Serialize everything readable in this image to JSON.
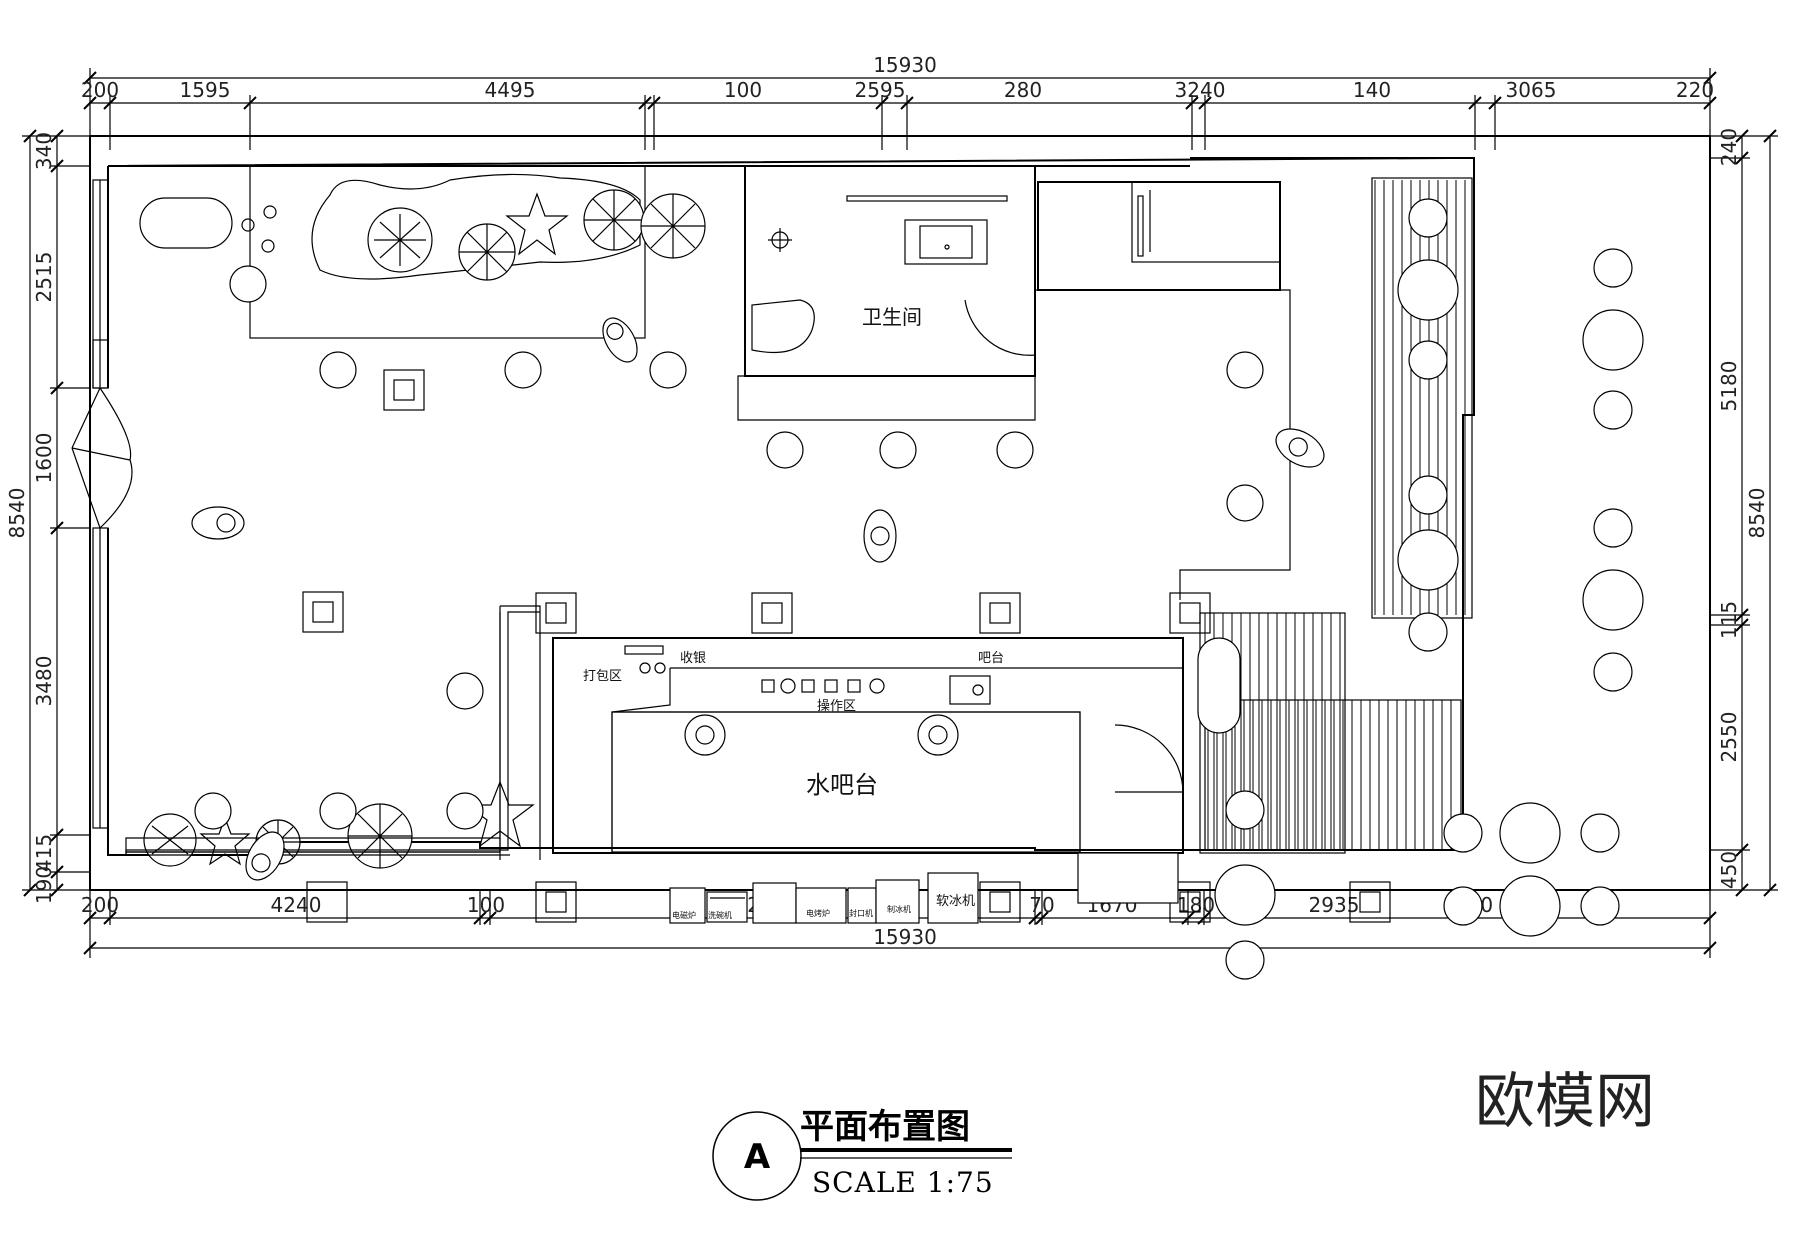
{
  "dimensions": {
    "top_total": "15930",
    "top_segments": [
      "200",
      "1595",
      "4495",
      "100",
      "2595",
      "280",
      "3240",
      "140",
      "3065",
      "220"
    ],
    "bottom_total": "15930",
    "bottom_segments": [
      "200",
      "4240",
      "100",
      "6200",
      "70",
      "1670",
      "180",
      "2935",
      "330"
    ],
    "left_total": "8540",
    "left_segments": [
      "340",
      "2515",
      "1600",
      "3480",
      "415",
      "190"
    ],
    "right_total": "8540",
    "right_segments": [
      "240",
      "5180",
      "115",
      "2550",
      "450"
    ]
  },
  "rooms": {
    "restroom": "卫生间",
    "water_bar": "水吧台",
    "cashier": "收银",
    "packing_area": "打包区",
    "bar_counter": "吧台",
    "operation_area": "操作区"
  },
  "equipment": {
    "induction_cooker": "电磁炉",
    "dishwasher": "洗碗机",
    "oven": "电烤炉",
    "sealer": "封口机",
    "ice_maker": "制冰机",
    "soft_serve": "软冰机"
  },
  "title": {
    "badge": "A",
    "name": "平面布置图",
    "scale": "SCALE 1:75"
  },
  "watermark": {
    "brand": "欧模网"
  }
}
